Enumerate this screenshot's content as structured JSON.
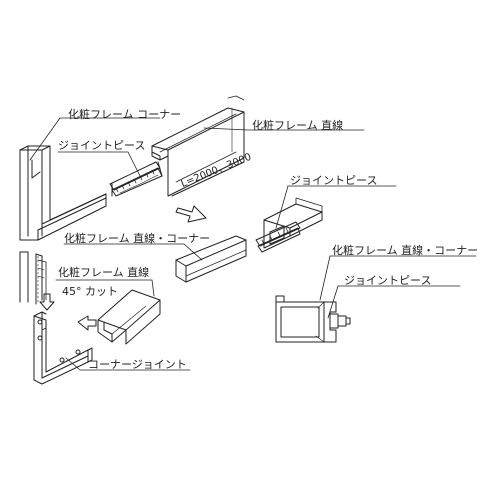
{
  "labels": {
    "frame_corner": "化粧フレーム コーナー",
    "joint_piece_1": "ジョイントピース",
    "frame_straight_top": "化粧フレーム 直線",
    "length_dim": "L=2000、3000",
    "joint_piece_2": "ジョイントピース",
    "frame_straight_corner_mid": "化粧フレーム 直線・コーナー",
    "frame_straight_corner_right": "化粧フレーム 直線・コーナー",
    "joint_piece_3": "ジョイントピース",
    "frame_straight_left": "化粧フレーム 直線",
    "cut_45": "45° カット",
    "corner_joint": "コーナージョイント"
  },
  "colors": {
    "line": "#222222",
    "hatch": "#555555"
  }
}
